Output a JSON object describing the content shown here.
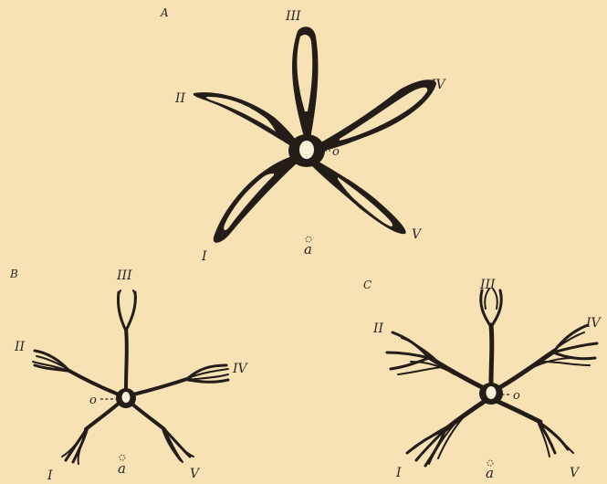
{
  "panels": [
    {
      "id": "A",
      "label": "A",
      "arm_labels": [
        "I",
        "II",
        "III",
        "IV",
        "V"
      ],
      "o_label": "o",
      "a_label": "a"
    },
    {
      "id": "B",
      "label": "B",
      "arm_labels": [
        "I",
        "II",
        "III",
        "IV",
        "V"
      ],
      "o_label": "o",
      "a_label": "a"
    },
    {
      "id": "C",
      "label": "C",
      "arm_labels": [
        "I",
        "II",
        "III",
        "IV",
        "V"
      ],
      "o_label": "o",
      "a_label": "a"
    }
  ],
  "colors": {
    "background": "#f6e2b5",
    "ink": "#241c17"
  }
}
